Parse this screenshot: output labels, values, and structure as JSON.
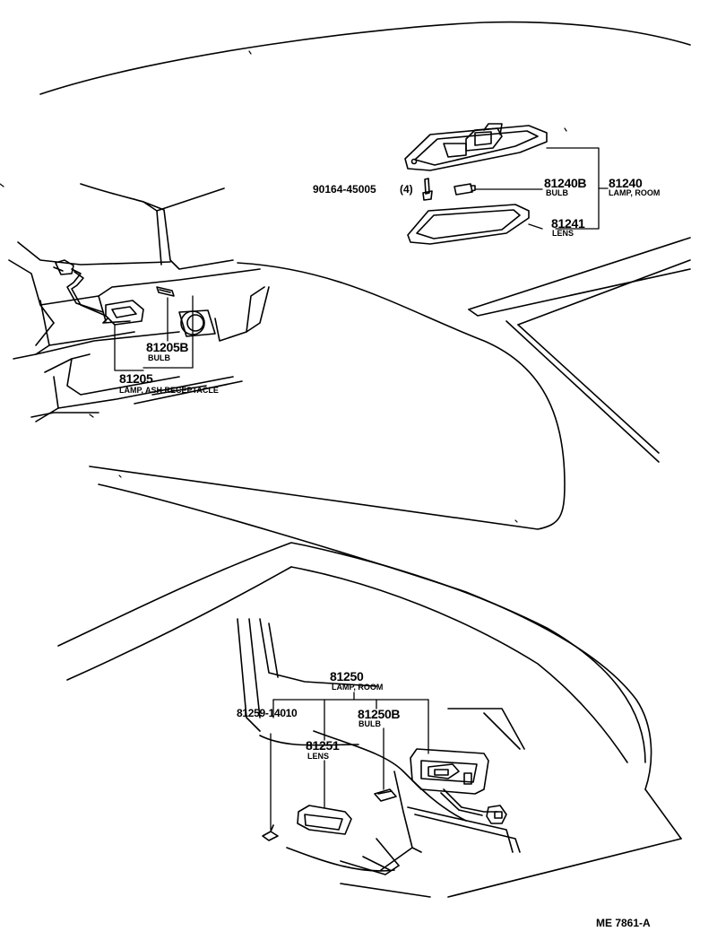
{
  "diagram": {
    "drawing_code": "ME 7861-A",
    "colors": {
      "ink": "#000000",
      "paper": "#ffffff"
    },
    "callouts": {
      "screw": {
        "part_no": "90164-45005",
        "qty": "(4)"
      },
      "room_lamp_bulb_front": {
        "part_no": "81240B",
        "desc": "BULB"
      },
      "room_lamp_front": {
        "part_no": "81240",
        "desc": "LAMP, ROOM"
      },
      "room_lamp_lens_front": {
        "part_no": "81241",
        "desc": "LENS"
      },
      "ash_bulb": {
        "part_no": "81205B",
        "desc": "BULB"
      },
      "ash_lamp": {
        "part_no": "81205",
        "desc": "LAMP, ASH RECEPTACLE"
      },
      "room_lamp_rear": {
        "part_no": "81250",
        "desc": "LAMP, ROOM"
      },
      "screw_rear": {
        "part_no": "81259-14010"
      },
      "room_lamp_bulb_rear": {
        "part_no": "81250B",
        "desc": "BULB"
      },
      "room_lamp_lens_rear": {
        "part_no": "81251",
        "desc": "LENS"
      }
    }
  }
}
